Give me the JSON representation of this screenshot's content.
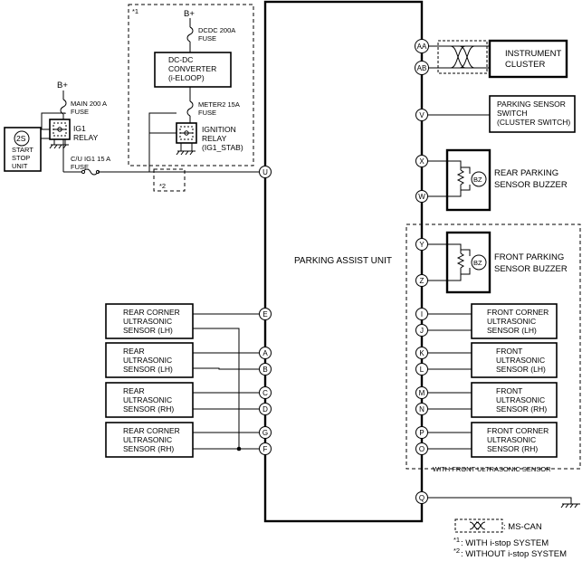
{
  "power": {
    "bplus": "B+"
  },
  "notes": {
    "n1_mark": "*1",
    "n2_mark": "*2"
  },
  "fuses": {
    "dcdc_line1": "DCDC 200A",
    "dcdc_line2": "FUSE",
    "main_line1": "MAIN 200 A",
    "main_line2": "FUSE",
    "meter_line1": "METER2 15A",
    "meter_line2": "FUSE",
    "cu_line1": "C/U IG1 15 A",
    "cu_line2": "FUSE"
  },
  "components": {
    "dcdc": [
      "DC-DC",
      "CONVERTER",
      "(i-ELOOP)"
    ],
    "start_stop": {
      "symbol": "2S",
      "lines": [
        "START",
        "STOP",
        "UNIT"
      ]
    },
    "ig1_relay": [
      "IG1",
      "RELAY"
    ],
    "ignition_relay": [
      "IGNITION",
      "RELAY",
      "(IG1_STAB)"
    ],
    "pau": "PARKING ASSIST UNIT",
    "instrument_cluster": [
      "INSTRUMENT",
      "CLUSTER"
    ],
    "parking_switch": [
      "PARKING SENSOR",
      "SWITCH",
      "(CLUSTER SWITCH)"
    ],
    "rear_buzzer": [
      "REAR PARKING",
      "SENSOR BUZZER"
    ],
    "front_buzzer": [
      "FRONT PARKING",
      "SENSOR BUZZER"
    ],
    "buzzer_symbol": "BZ",
    "rear_corner_lh": [
      "REAR CORNER",
      "ULTRASONIC",
      "SENSOR (LH)"
    ],
    "rear_lh": [
      "REAR",
      "ULTRASONIC",
      "SENSOR (LH)"
    ],
    "rear_rh": [
      "REAR",
      "ULTRASONIC",
      "SENSOR (RH)"
    ],
    "rear_corner_rh": [
      "REAR CORNER",
      "ULTRASONIC",
      "SENSOR (RH)"
    ],
    "front_corner_lh": [
      "FRONT CORNER",
      "ULTRASONIC",
      "SENSOR (LH)"
    ],
    "front_lh": [
      "FRONT",
      "ULTRASONIC",
      "SENSOR (LH)"
    ],
    "front_rh": [
      "FRONT",
      "ULTRASONIC",
      "SENSOR (RH)"
    ],
    "front_corner_rh": [
      "FRONT CORNER",
      "ULTRASONIC",
      "SENSOR (RH)"
    ]
  },
  "pins": {
    "U": "U",
    "E": "E",
    "A": "A",
    "B": "B",
    "C": "C",
    "D": "D",
    "G": "G",
    "F": "F",
    "AA": "AA",
    "AB": "AB",
    "V": "V",
    "X": "X",
    "W": "W",
    "Y": "Y",
    "Z": "Z",
    "I": "I",
    "J": "J",
    "K": "K",
    "L": "L",
    "M": "M",
    "N": "N",
    "P": "P",
    "O": "O",
    "Q": "Q"
  },
  "labels": {
    "front_group": "WITH FRONT ULTRASONIC SENSOR"
  },
  "legend": {
    "mscan": ": MS-CAN",
    "note1_mark": "*1",
    "note1_text": ": WITH i-stop SYSTEM",
    "note2_mark": "*2",
    "note2_text": ": WITHOUT i-stop SYSTEM"
  }
}
